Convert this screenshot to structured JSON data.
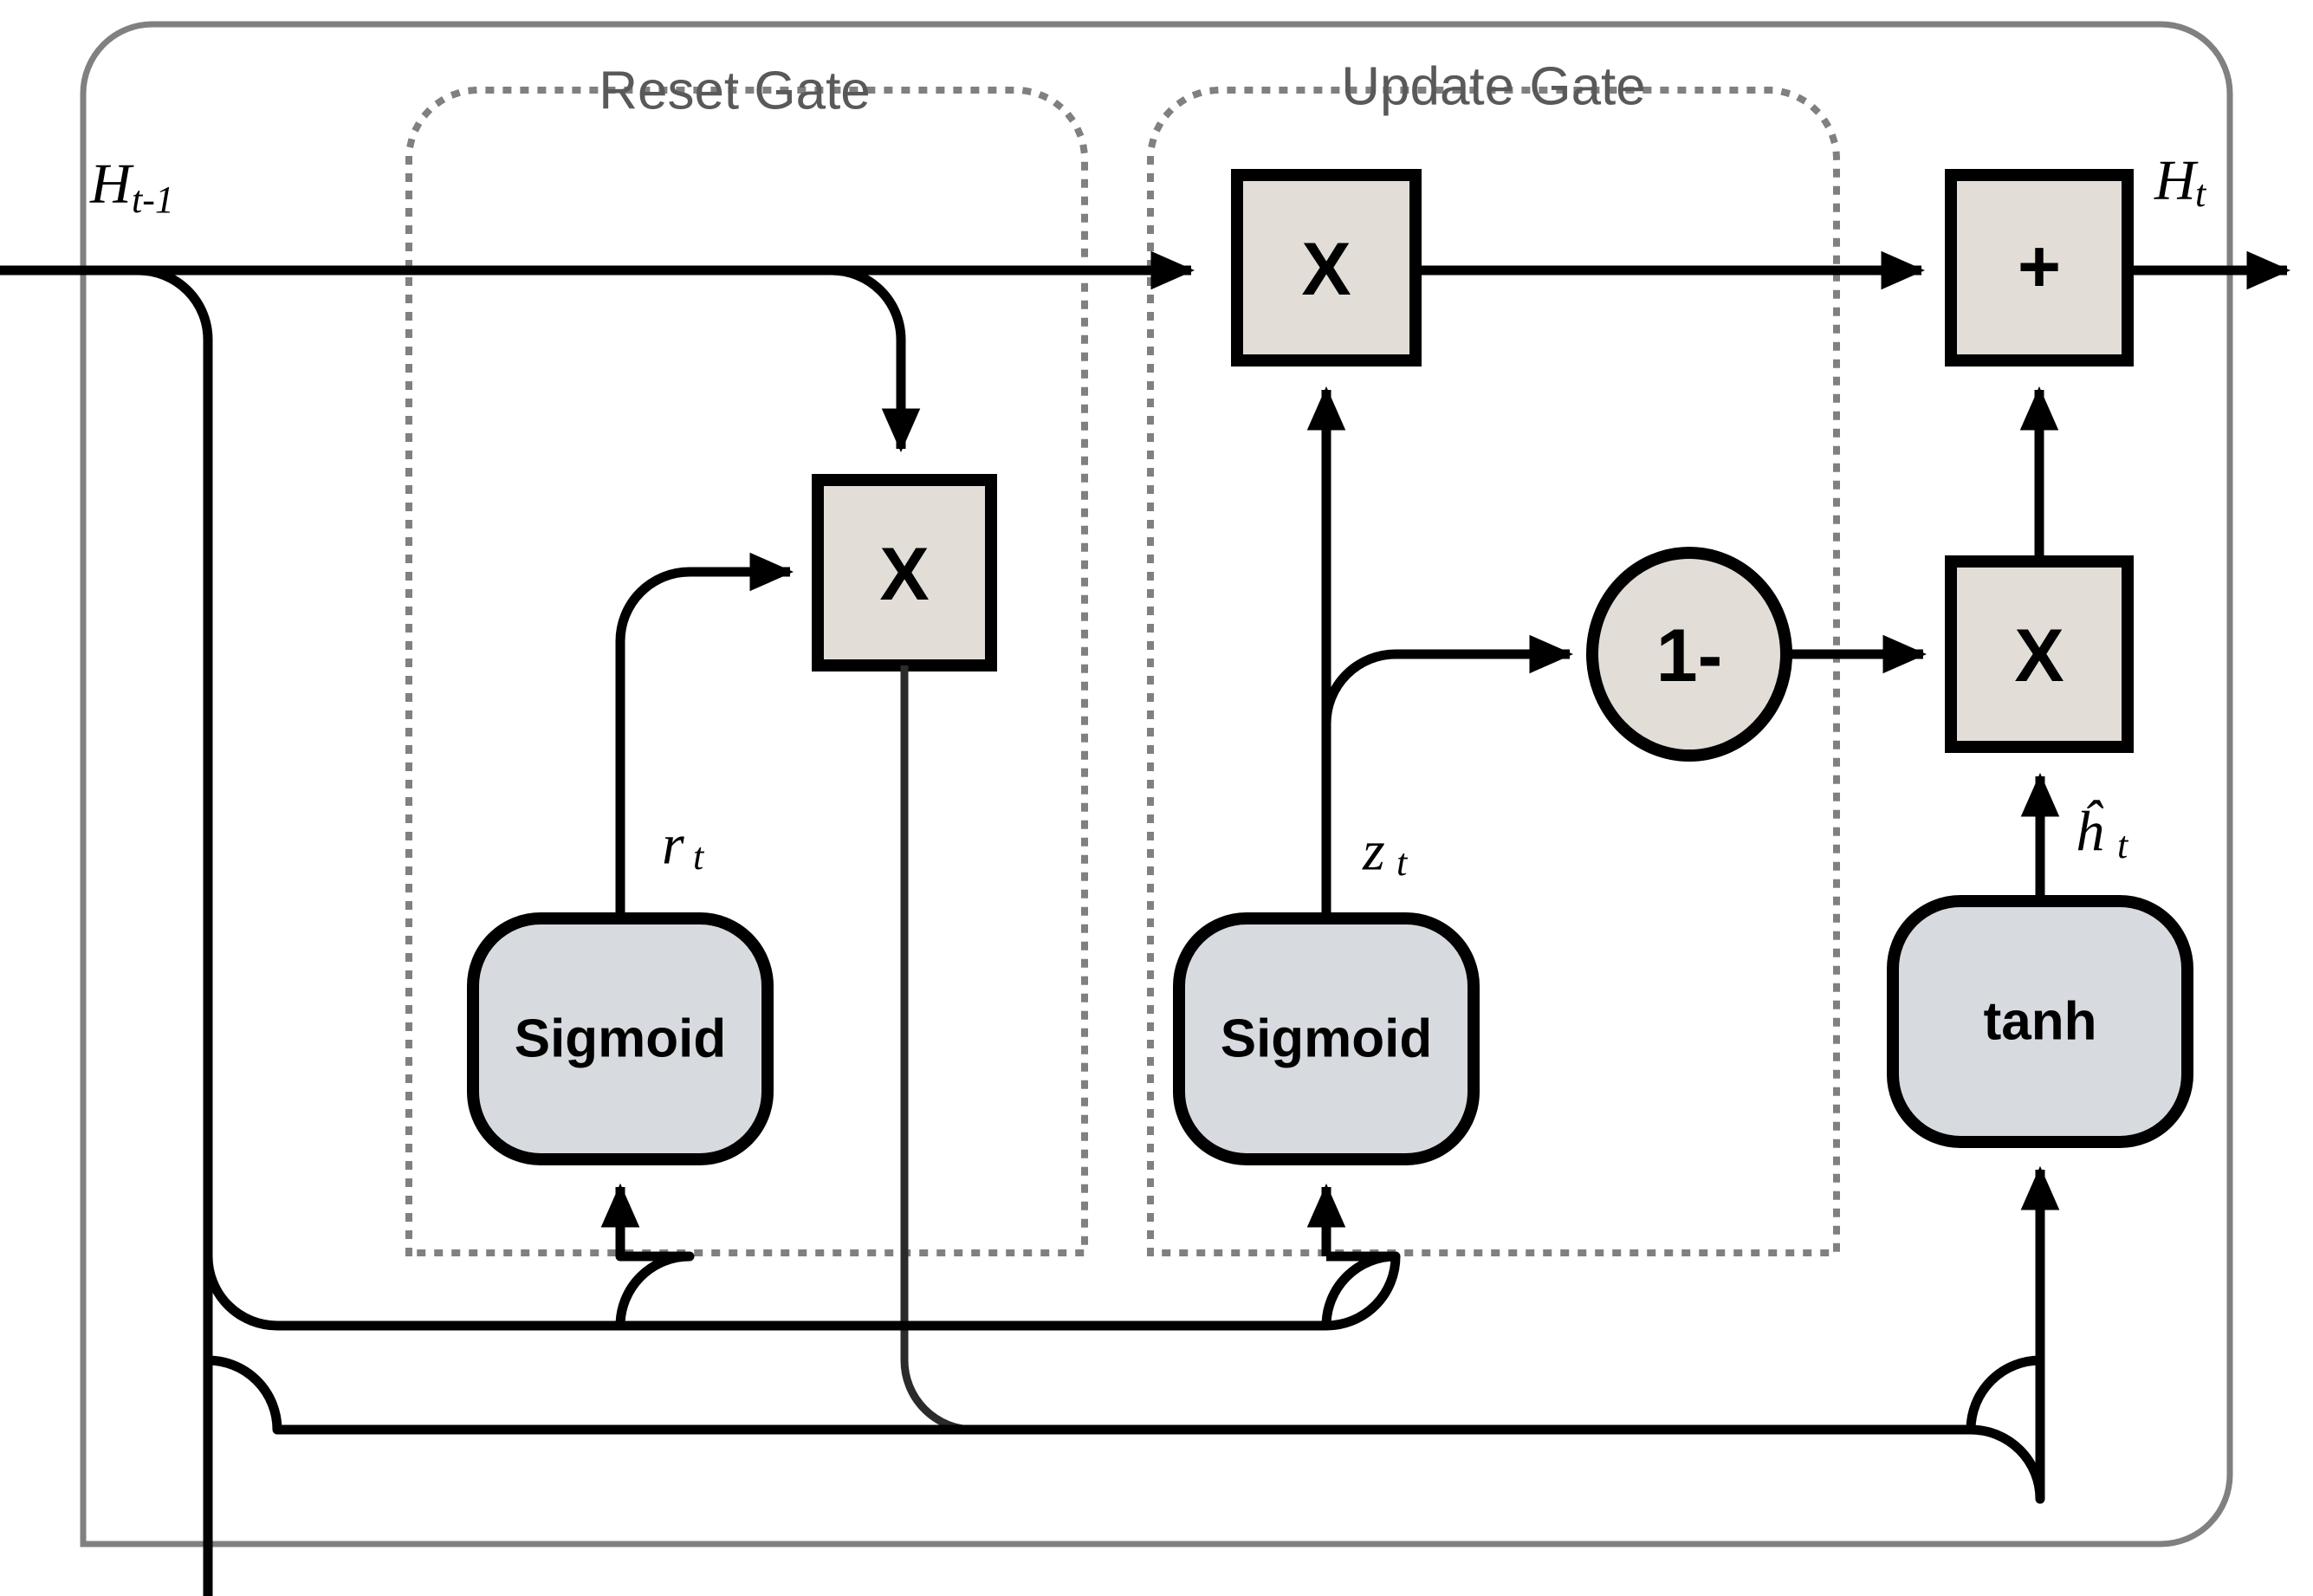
{
  "diagram": {
    "type": "gru-cell-architecture",
    "title_visible": false,
    "cell_outline": {
      "name": "gru-cell",
      "stroke": "#808080"
    },
    "gates": [
      {
        "id": "reset-gate",
        "label": "Reset Gate"
      },
      {
        "id": "update-gate",
        "label": "Update Gate"
      }
    ],
    "io_labels": {
      "input_prev_state": "H",
      "input_prev_state_sub": "t-1",
      "output_state": "H",
      "output_state_sub": "t"
    },
    "signal_labels": [
      {
        "id": "reset-signal",
        "base": "r",
        "sub": "t"
      },
      {
        "id": "update-signal",
        "base": "z",
        "sub": "t"
      },
      {
        "id": "candidate-signal",
        "base": "ĥ",
        "sub": "t"
      }
    ],
    "operators": [
      {
        "id": "reset-multiply",
        "symbol": "X",
        "shape": "square",
        "fill": "#e2ded7"
      },
      {
        "id": "update-multiply",
        "symbol": "X",
        "shape": "square",
        "fill": "#e2ded7"
      },
      {
        "id": "candidate-multiply",
        "symbol": "X",
        "shape": "square",
        "fill": "#e2ded7"
      },
      {
        "id": "state-add",
        "symbol": "+",
        "shape": "square",
        "fill": "#e2ded7"
      },
      {
        "id": "one-minus",
        "symbol": "1-",
        "shape": "circle",
        "fill": "#e2ded7"
      }
    ],
    "activations": [
      {
        "id": "reset-sigmoid",
        "label": "Sigmoid",
        "fill": "#d7dbe0"
      },
      {
        "id": "update-sigmoid",
        "label": "Sigmoid",
        "fill": "#d7dbe0"
      },
      {
        "id": "candidate-tanh",
        "label": "tanh",
        "fill": "#d7dbe0"
      }
    ],
    "colors": {
      "operator_fill": "#e2ded7",
      "activation_fill": "#d7dbe0",
      "wire": "#000000",
      "cell_border": "#808080",
      "gate_border": "#808080",
      "gate_title_text": "#595959",
      "background": "#ffffff"
    }
  }
}
